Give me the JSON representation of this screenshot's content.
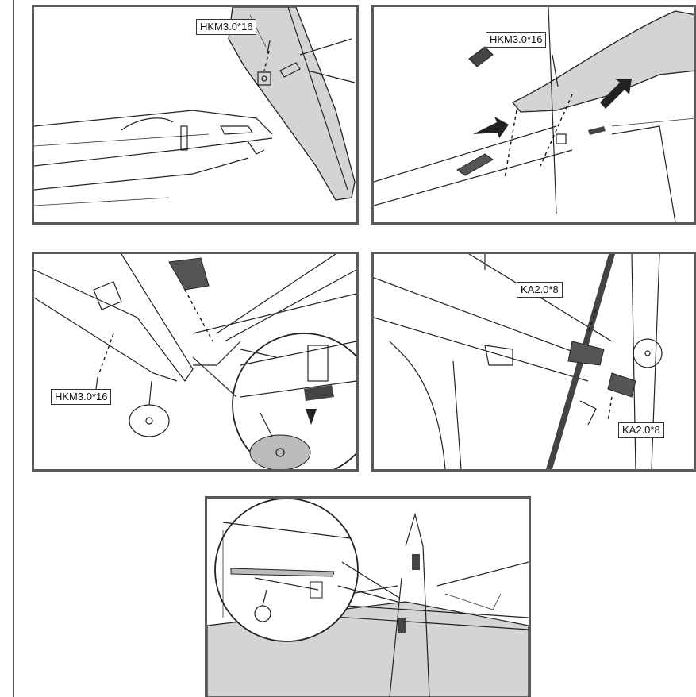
{
  "callouts": {
    "panel1": "HKM3.0*16",
    "panel2": "HKM3.0*16",
    "panel3": "HKM3.0*16",
    "panel4_top": "KA2.0*8",
    "panel4_bottom": "KA2.0*8"
  },
  "colors": {
    "frame": "#5a5a5a",
    "shade": "#d4d4d4",
    "dark": "#444444"
  }
}
